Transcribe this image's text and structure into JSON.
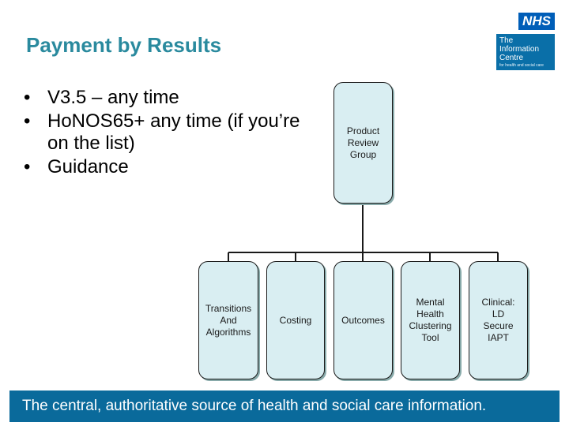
{
  "slide": {
    "title": "Payment by Results",
    "bullets": [
      {
        "marker": "•",
        "text": "V3.5 – any time"
      },
      {
        "marker": "•",
        "text": "HoNOS65+ any time (if you’re on the list)"
      },
      {
        "marker": "•",
        "text": "Guidance"
      }
    ],
    "footer": "The central, authoritative source of health and social care information."
  },
  "logo": {
    "nhs": "NHS",
    "line1": "The",
    "line2": "Information",
    "line3": "Centre",
    "tagline": "for health and social care"
  },
  "org_chart": {
    "root": "Product\nReview\nGroup",
    "children": [
      "Transitions\nAnd\nAlgorithms",
      "Costing",
      "Outcomes",
      "Mental\nHealth\nClustering\nTool",
      "Clinical:\nLD\nSecure\nIAPT"
    ]
  },
  "colors": {
    "title": "#2a8a9e",
    "node_fill": "#d9eef2",
    "footer_bg": "#0a6a9b",
    "nhs_blue": "#005eb8"
  }
}
